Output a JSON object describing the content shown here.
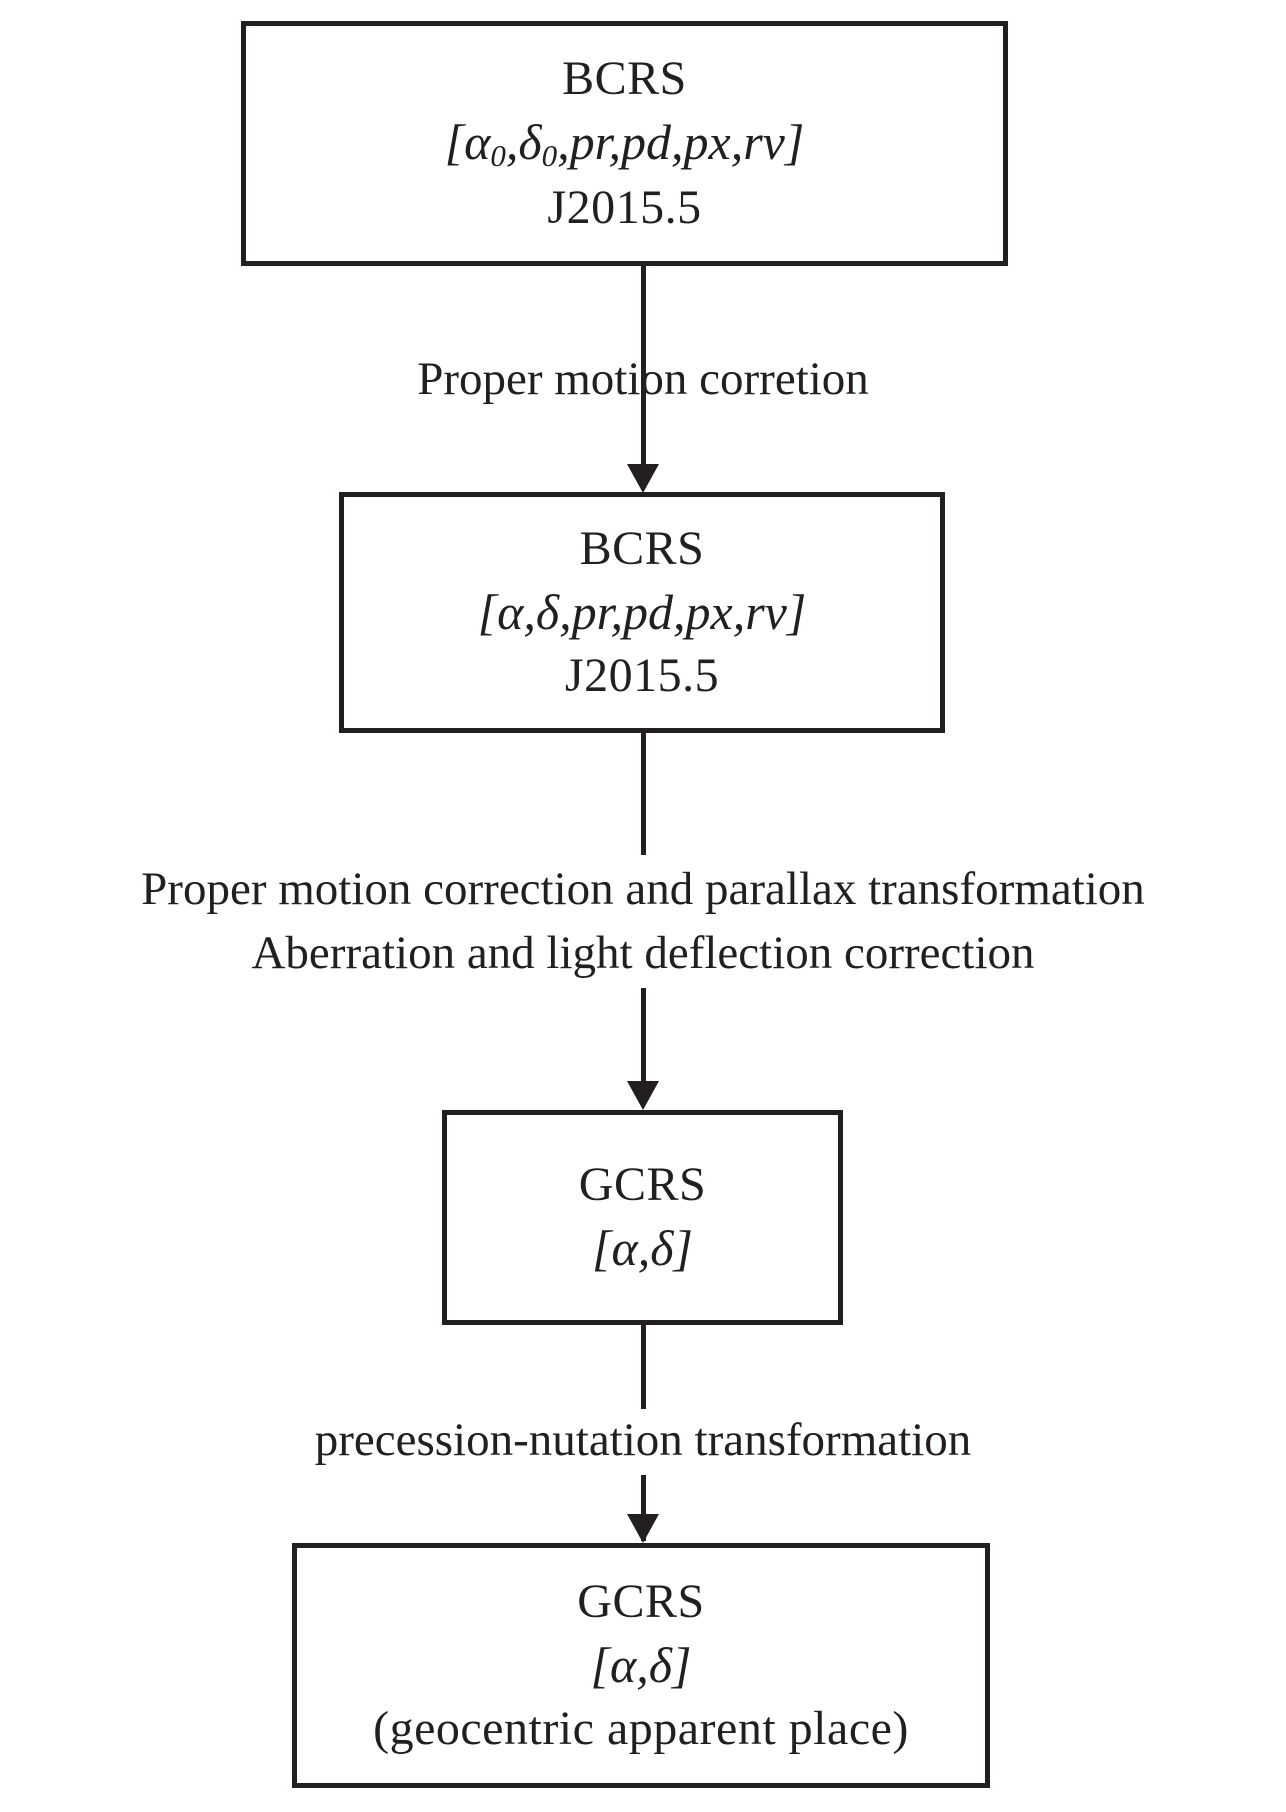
{
  "diagram": {
    "title": "Coordinate transformation chain from BCRS catalogue position to GCRS geocentric apparent place",
    "line_color": "#231f20",
    "background": "#ffffff"
  },
  "nodes": [
    {
      "id": "bcrs-catalogue",
      "name": "bcrs-catalogue-node",
      "lines": [
        {
          "text": "BCRS",
          "style": "plain"
        },
        {
          "text": "[α₀,δ₀,pr,pd,px,rv]",
          "style": "math"
        },
        {
          "text": "J2015.5",
          "style": "plain"
        }
      ]
    },
    {
      "id": "bcrs-epoch",
      "name": "bcrs-epoch-node",
      "lines": [
        {
          "text": "BCRS",
          "style": "plain"
        },
        {
          "text": "[α,δ,pr,pd,px,rv]",
          "style": "math"
        },
        {
          "text": "J2015.5",
          "style": "plain"
        }
      ]
    },
    {
      "id": "gcrs",
      "name": "gcrs-node",
      "lines": [
        {
          "text": "GCRS",
          "style": "plain"
        },
        {
          "text": "[α,δ]",
          "style": "math"
        }
      ]
    },
    {
      "id": "gcrs-apparent",
      "name": "gcrs-apparent-node",
      "lines": [
        {
          "text": "GCRS",
          "style": "plain"
        },
        {
          "text": "[α,δ]",
          "style": "math"
        },
        {
          "text": "(geocentric apparent place)",
          "style": "plain"
        }
      ]
    }
  ],
  "box1": {
    "title": "BCRS",
    "params": "[α",
    "params_sub": "0",
    "params_mid": ",δ",
    "params_sub2": "0",
    "params_rest": ",pr,pd,px,rv]",
    "epoch": "J2015.5"
  },
  "box2": {
    "title": "BCRS",
    "params": "[α,δ,pr,pd,px,rv]",
    "epoch": "J2015.5"
  },
  "box3": {
    "title": "GCRS",
    "params": "[α,δ]"
  },
  "box4": {
    "title": "GCRS",
    "params": "[α,δ]",
    "note": "(geocentric apparent place)"
  },
  "edges": [
    {
      "id": "edge-1",
      "name": "edge-label-proper-motion-corretion",
      "from": "bcrs-catalogue",
      "to": "bcrs-epoch",
      "lines": [
        "Proper motion corretion"
      ]
    },
    {
      "id": "edge-2",
      "name": "edge-label-parallax-aberration",
      "from": "bcrs-epoch",
      "to": "gcrs",
      "lines": [
        "Proper motion correction and parallax transformation",
        "Aberration and light deflection correction"
      ]
    },
    {
      "id": "edge-3",
      "name": "edge-label-precession-nutation",
      "from": "gcrs",
      "to": "gcrs-apparent",
      "lines": [
        "precession-nutation transformation"
      ]
    }
  ],
  "edge1": {
    "label": "Proper motion corretion"
  },
  "edge2": {
    "label_line1": "Proper motion correction and parallax transformation",
    "label_line2": "Aberration and light deflection correction"
  },
  "edge3": {
    "label": "precession-nutation transformation"
  }
}
